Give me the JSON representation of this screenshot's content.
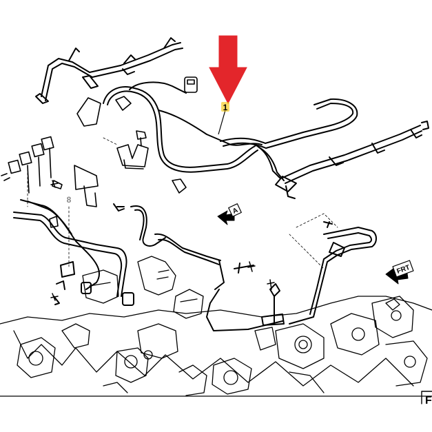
{
  "callouts": {
    "fuel_line": "1",
    "bracket_clip": "8"
  },
  "view_markers": {
    "view_a": "A",
    "front": "FRT"
  },
  "partial_label": "F",
  "colors": {
    "pointer_arrow": "#e3262b",
    "callout_highlight": "#f5c400",
    "line_art": "#000000"
  }
}
